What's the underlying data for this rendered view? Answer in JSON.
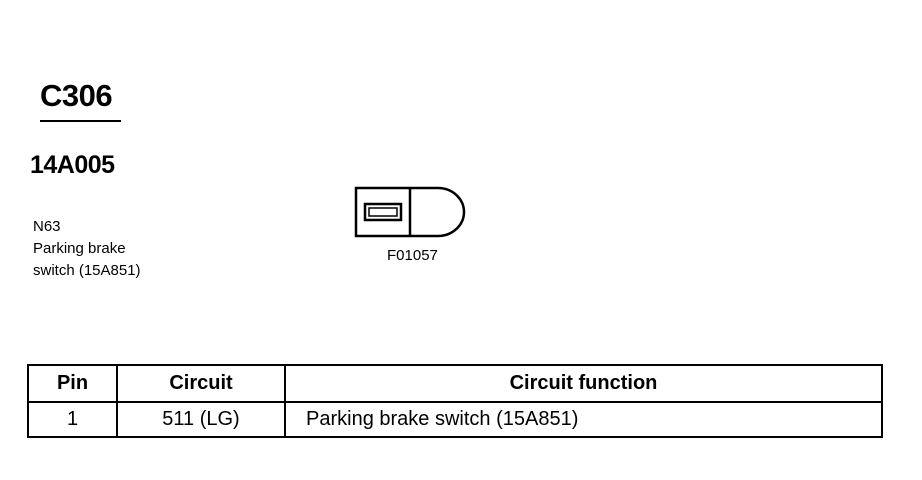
{
  "connector": {
    "id": "C306",
    "part_number": "14A005"
  },
  "description": {
    "line1": "N63",
    "line2": "Parking brake",
    "line3": "switch (15A851)"
  },
  "diagram": {
    "label": "F01057"
  },
  "table": {
    "headers": {
      "pin": "Pin",
      "circuit": "Circuit",
      "function": "Circuit function"
    },
    "rows": [
      {
        "pin": "1",
        "circuit": "511 (LG)",
        "function": "Parking brake switch (15A851)"
      }
    ]
  }
}
